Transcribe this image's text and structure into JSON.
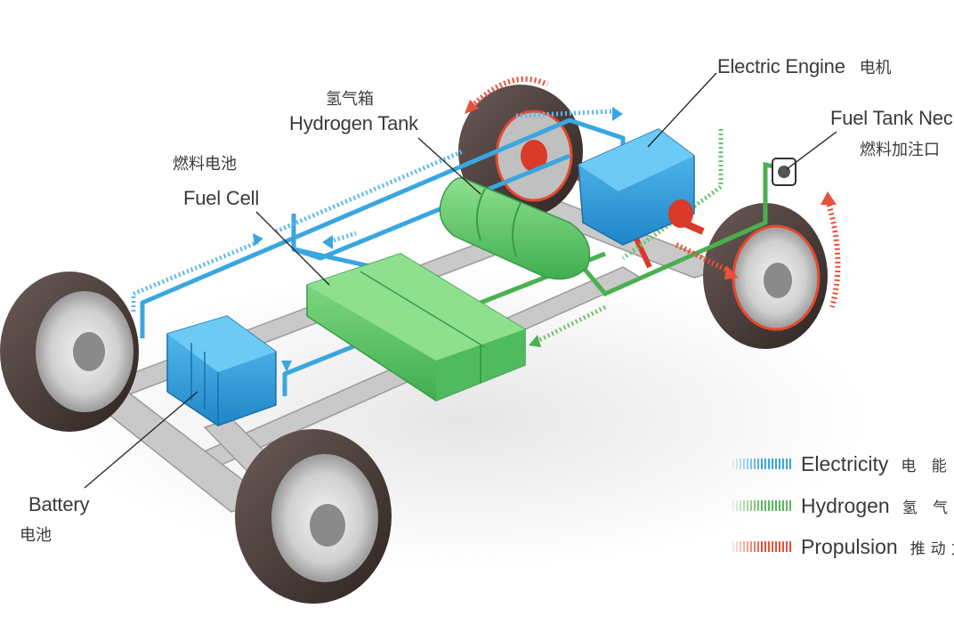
{
  "labels": {
    "electric_engine": {
      "en": "Electric Engine",
      "zh": "电机"
    },
    "hydrogen_tank": {
      "en": "Hydrogen Tank",
      "zh": "氢气箱"
    },
    "fuel_tank_neck": {
      "en": "Fuel Tank Neck",
      "zh": "燃料加注口"
    },
    "fuel_cell": {
      "en": "Fuel Cell",
      "zh": "燃料电池"
    },
    "battery": {
      "en": "Battery",
      "zh": "电池"
    }
  },
  "legend": [
    {
      "en": "Electricity",
      "zh": "电 能",
      "color": "#3aa6e0"
    },
    {
      "en": "Hydrogen",
      "zh": "氢 气",
      "color": "#5cb85c"
    },
    {
      "en": "Propulsion",
      "zh": "推动力",
      "color": "#e8503a"
    }
  ],
  "colors": {
    "electricity": "#3aa6e0",
    "hydrogen": "#5cb85c",
    "propulsion": "#e8503a",
    "fuel_cell": "#6fcf6f",
    "battery": "#2f9fdc",
    "engine": "#2f9fdc",
    "tire": "#4a3b38",
    "chassis": "#b8b8b8"
  }
}
